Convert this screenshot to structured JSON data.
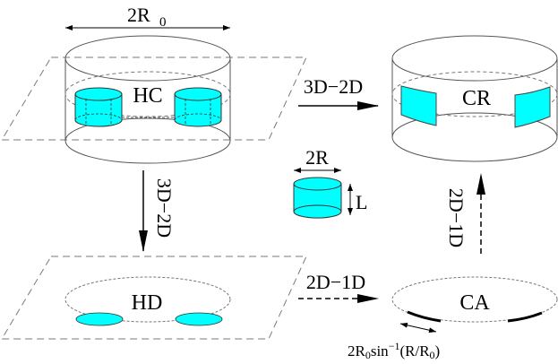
{
  "diagram": {
    "title": "",
    "nodes": {
      "hc": {
        "label": "HC",
        "description": "3D hollow cylinder of diameter 2R0 with two embedded cyan cylinders"
      },
      "cr": {
        "label": "CR",
        "description": "cylinder ring with two curved cyan patches"
      },
      "hd": {
        "label": "HD",
        "description": "2D disk in plane with two cyan elliptical spots"
      },
      "ca": {
        "label": "CA",
        "description": "1D circle with two thick arc segments"
      }
    },
    "dimension_labels": {
      "outer_diameter": "2R",
      "outer_diameter_sub": "0",
      "rod_diameter": "2R",
      "rod_length": "L",
      "arc_length_pre": "2R",
      "arc_length_sub1": "0",
      "arc_length_mid": "sin",
      "arc_length_sup": "−1",
      "arc_length_post": "(R/R",
      "arc_length_sub2": "0",
      "arc_length_end": ")"
    },
    "edges": [
      {
        "from": "HC",
        "to": "CR",
        "label": "3D−2D",
        "style": "solid"
      },
      {
        "from": "HC",
        "to": "HD",
        "label": "3D−2D",
        "style": "solid"
      },
      {
        "from": "HD",
        "to": "CA",
        "label": "2D−1D",
        "style": "dashed"
      },
      {
        "from": "CA",
        "to": "CR",
        "label": "2D−1D",
        "style": "dashed"
      }
    ],
    "colors": {
      "fill_cyan": "#00ffff",
      "line": "#000000",
      "dashed_gray": "#7a7a7a"
    }
  }
}
